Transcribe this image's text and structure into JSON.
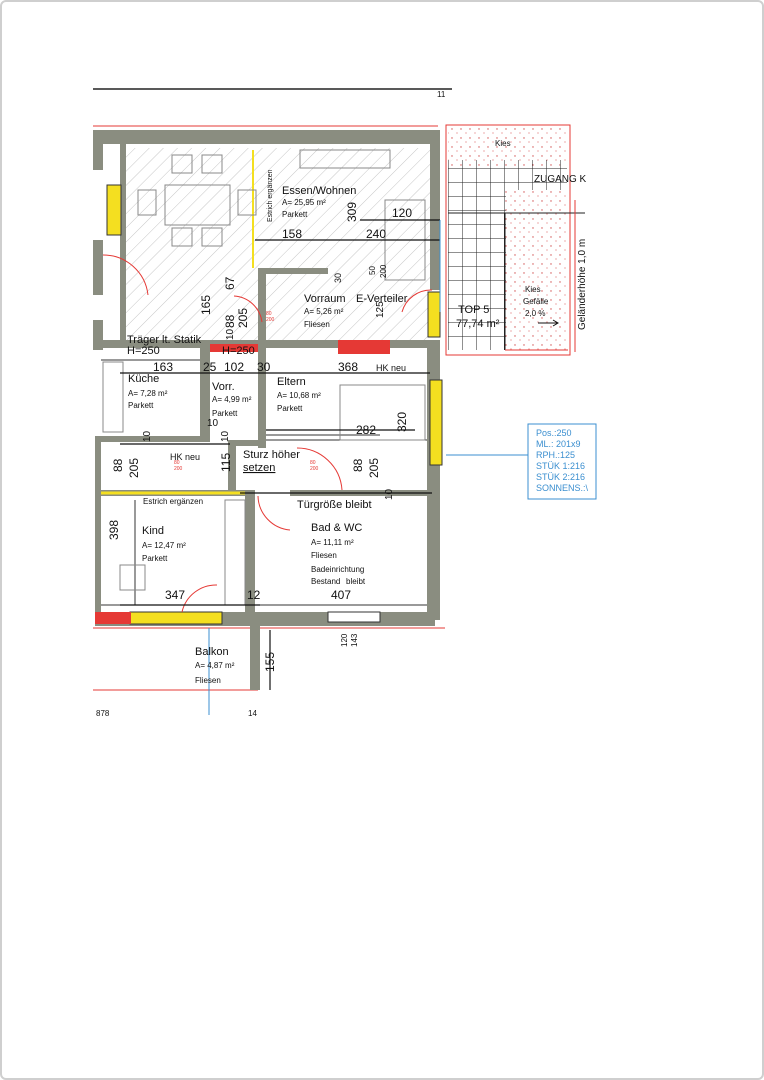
{
  "colors": {
    "wall": "#8a8d80",
    "accent_red": "#e53935",
    "accent_yellow": "#f4df20",
    "blue_note": "#3b8fd0"
  },
  "page_marks": {
    "top_mark": "11",
    "bottom_left": "878",
    "bottom_mid": "14"
  },
  "rooms": {
    "essen": {
      "name": "Essen/Wohnen",
      "area": "A= 25,95 m²",
      "floor": "Parkett"
    },
    "vorraum": {
      "name": "Vorraum",
      "name2": "E-Verteiler",
      "area": "A= 5,26 m²",
      "floor": "Fliesen"
    },
    "kueche": {
      "name": "Küche",
      "area": "A= 7,28 m²",
      "floor": "Parkett"
    },
    "vorr": {
      "name": "Vorr.",
      "area": "A= 4,99 m²",
      "floor": "Parkett"
    },
    "eltern": {
      "name": "Eltern",
      "area": "A= 10,68 m²",
      "floor": "Parkett"
    },
    "kind": {
      "name": "Kind",
      "area": "A= 12,47 m²",
      "floor": "Parkett"
    },
    "bad": {
      "name": "Bad & WC",
      "area": "A= 11,11 m²",
      "floor": "Fliesen",
      "note1": "Badeinrichtung",
      "note2": "Bestand",
      "note3": "bleibt"
    },
    "balkon": {
      "name": "Balkon",
      "area": "A= 4,87 m²",
      "floor": "Fliesen"
    }
  },
  "annotations": {
    "estrich": "Estrich ergänzen",
    "traeger": "Träger lt. Statik",
    "h250_left": "H=250",
    "h250_right": "H=250",
    "hk_neu": "HK neu",
    "sturz1": "Sturz höher",
    "sturz2": "setzen",
    "tuergroesse": "Türgröße bleibt",
    "kies_top": "Kies",
    "zugang": "ZUGANG K",
    "kies_right": "Kies",
    "gefaelle": "Gefälle",
    "gefaelle_val": "2,0 %",
    "gelaender": "Geländerhöhe 1,0 m",
    "top5": "TOP 5",
    "top5_area": "77,74 m²"
  },
  "dimensions": {
    "d309": "309",
    "d120": "120",
    "d158": "158",
    "d240": "240",
    "d165": "165",
    "d67": "67",
    "d88a": "88",
    "d205a": "205",
    "d10a": "10",
    "d163": "163",
    "d25": "25",
    "d102": "102",
    "d30": "30",
    "d368": "368",
    "d125": "125",
    "d30b": "30",
    "d50": "50",
    "d200": "200",
    "d320": "320",
    "d282": "282",
    "d10b": "10",
    "d10c": "10",
    "d115": "115",
    "d88b": "88",
    "d205b": "205",
    "d10d": "10",
    "d88c": "88",
    "d205c": "205",
    "d10e": "10",
    "d398": "398",
    "d347": "347",
    "d12": "12",
    "d407": "407",
    "d155": "155",
    "d120b": "120",
    "d143": "143",
    "door_small_1": "80",
    "door_small_2": "200"
  },
  "blue_note": {
    "line1": "Pos.:250",
    "line2": "ML.: 201x9",
    "line3": "RPH.:125",
    "line4": "STÜK 1:216",
    "line5": "STÜK 2:216",
    "line6": "SONNENS.:\\"
  }
}
